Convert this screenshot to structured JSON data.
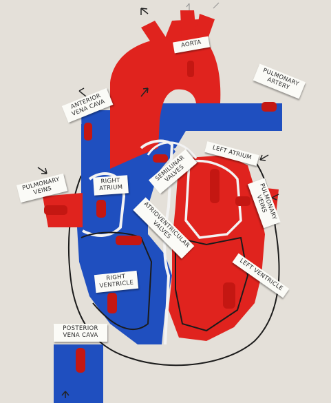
{
  "labels": {
    "aorta": "AORTA",
    "pulmonary_artery": "PULMONARY\nARTERY",
    "anterior_vena_cava": "ANTERIOR\nVENA CAVA",
    "left_atrium": "LEFT ATRIUM",
    "semilunar_valves": "SEMILUNAR\nVALVES",
    "pulmonary_veins_left": "PULMONARY\nVEINS",
    "right_atrium": "RIGHT\nATRIUM",
    "pulmonary_veins_right": "PULMONARY\nVEINS",
    "atrioventricular_valves": "ATRIOVENTRICULAR\nVALVES",
    "left_ventricle": "LEFT VENTRICLE",
    "right_ventricle": "RIGHT\nVENTRICLE",
    "posterior_vena_cava": "POSTERIOR\nVENA CAVA"
  },
  "colors": {
    "oxygenated": "#e0231e",
    "deoxygenated": "#1f4fbf",
    "outline": "#1b1b1b",
    "cloth": "#e9e6df",
    "tag": "#fbfbf7"
  }
}
